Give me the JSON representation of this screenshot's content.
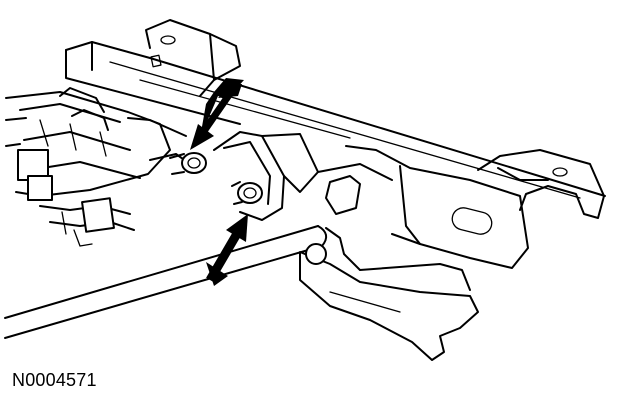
{
  "figure": {
    "id_label": "N0004571"
  },
  "callouts": [
    {
      "name": "upper-arrow",
      "target": "upper-fastener",
      "color": "#000000"
    },
    {
      "name": "lower-arrow",
      "target": "lower-fastener",
      "color": "#000000"
    }
  ],
  "colors": {
    "line": "#000000",
    "background": "#ffffff"
  }
}
